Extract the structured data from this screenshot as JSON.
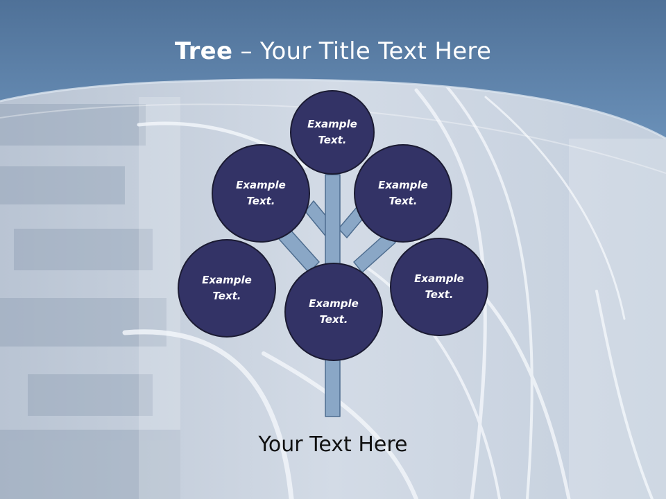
{
  "slide": {
    "title_bold": "Tree",
    "title_separator": " – ",
    "title_rest": "Your Title Text Here",
    "caption": "Your Text Here",
    "colors": {
      "header_blue": "#5b83aa",
      "node_fill": "#333366",
      "trunk_fill": "#8aa7c6",
      "title_text": "#ffffff"
    }
  },
  "tree": {
    "nodes": [
      {
        "id": "top",
        "label": "Example\nText."
      },
      {
        "id": "upper-left",
        "label": "Example\nText."
      },
      {
        "id": "upper-right",
        "label": "Example\nText."
      },
      {
        "id": "lower-left",
        "label": "Example\nText."
      },
      {
        "id": "lower-right",
        "label": "Example\nText."
      },
      {
        "id": "center",
        "label": "Example\nText."
      }
    ]
  },
  "icons": {
    "background": "network-cables-photo"
  }
}
